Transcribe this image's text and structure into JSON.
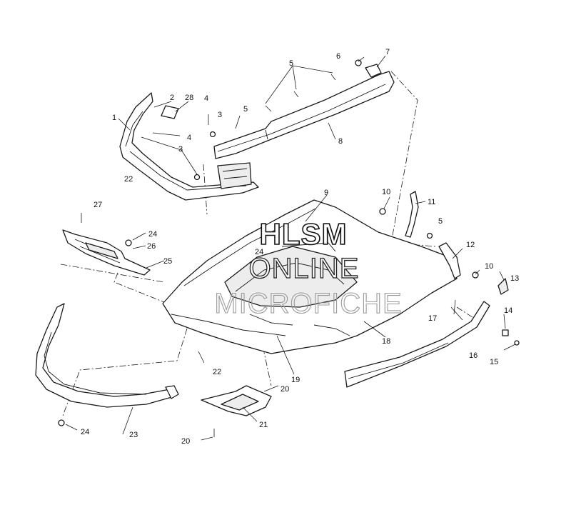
{
  "watermark": {
    "line1": "HLSM",
    "line2": "ONLINE",
    "line3": "MICROFICHE"
  },
  "callouts": {
    "c1": "1",
    "c2": "2",
    "c28": "28",
    "c4a": "4",
    "c3a": "3",
    "c5a": "5",
    "c4b": "4",
    "c3b": "3",
    "c22a": "22",
    "c5b": "5",
    "c6": "6",
    "c7": "7",
    "c8": "8",
    "c9": "9",
    "c10a": "10",
    "c11": "11",
    "c5c": "5",
    "c12": "12",
    "c10b": "10",
    "c13": "13",
    "c14": "14",
    "c15": "15",
    "c16": "16",
    "c17": "17",
    "c18": "18",
    "c19": "19",
    "c20a": "20",
    "c21": "21",
    "c20b": "20",
    "c22b": "22",
    "c23": "23",
    "c24a": "24",
    "c24b": "24",
    "c24c": "24",
    "c26": "26",
    "c25": "25",
    "c27": "27"
  },
  "colors": {
    "line": "#1a1a1a",
    "background": "#ffffff",
    "shade": "#ededed"
  }
}
